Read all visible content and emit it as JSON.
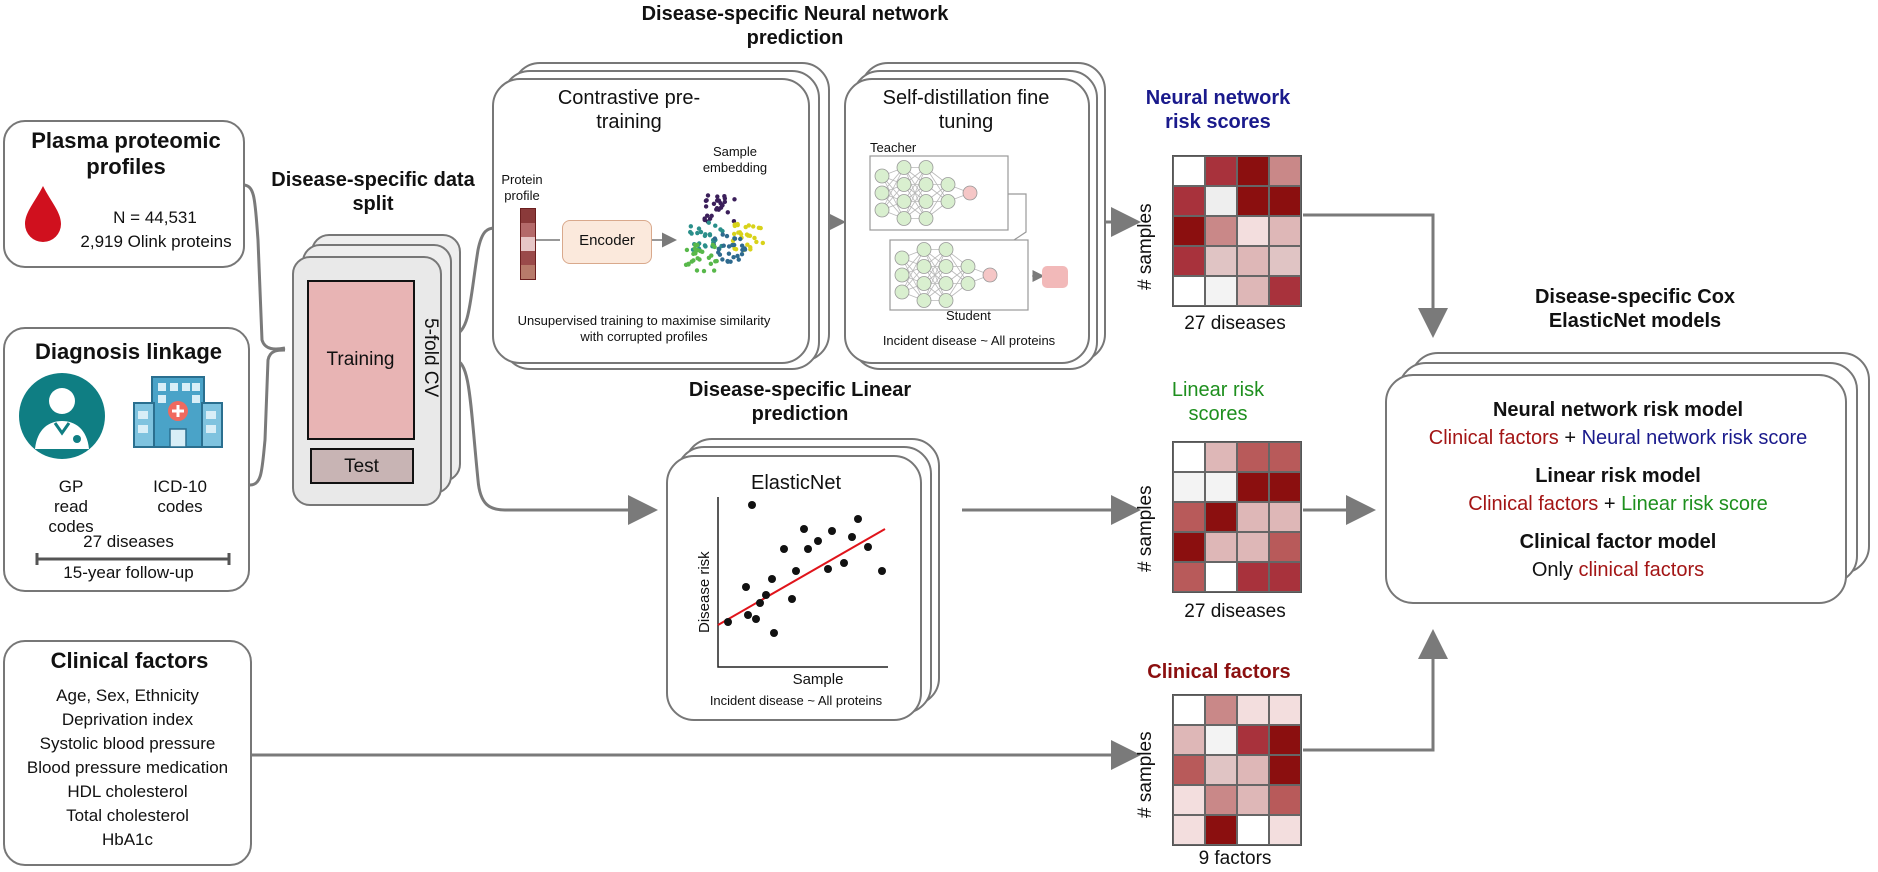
{
  "colors": {
    "navy": "#1a1a8c",
    "green": "#1e8f1e",
    "red": "#8b0f0f",
    "line": "#7a7a7a",
    "training": "#e8b4b4",
    "test": "#c8b4b4",
    "blood": "#d0101e",
    "icon_teal": "#0f7e83"
  },
  "plasma": {
    "title": "Plasma proteomic profiles",
    "n": "N = 44,531",
    "proteins": "2,919 Olink proteins",
    "icon": "blood-drop-icon"
  },
  "diagnosis": {
    "title": "Diagnosis linkage",
    "gp": "GP read codes",
    "icd": "ICD-10 codes",
    "diseases": "27 diseases",
    "followup": "15-year follow-up",
    "icons": [
      "doctor-icon",
      "hospital-icon"
    ]
  },
  "clinical": {
    "title": "Clinical factors",
    "items": [
      "Age, Sex, Ethnicity",
      "Deprivation index",
      "Systolic blood pressure",
      "Blood pressure medication",
      "HDL cholesterol",
      "Total cholesterol",
      "HbA1c"
    ]
  },
  "split": {
    "title": "Disease-specific data split",
    "training": "Training",
    "test": "Test",
    "cv": "5-fold CV"
  },
  "nn_header": {
    "title": "Disease-specific Neural network prediction"
  },
  "contrastive": {
    "title": "Contrastive pre-training",
    "protein_profile": "Protein profile",
    "encoder": "Encoder",
    "sample_embedding": "Sample embedding",
    "caption": "Unsupervised training to maximise similarity with corrupted profiles"
  },
  "distill": {
    "title": "Self-distillation fine tuning",
    "teacher": "Teacher",
    "student": "Student",
    "caption": "Incident disease ~ All proteins"
  },
  "linear_header": {
    "title": "Disease-specific Linear prediction"
  },
  "elasticnet": {
    "title": "ElasticNet",
    "ylabel": "Disease risk",
    "xlabel": "Sample",
    "caption": "Incident disease ~ All proteins"
  },
  "nn_scores": {
    "title": "Neural network risk scores",
    "ylabel": "# samples",
    "xlabel": "27 diseases"
  },
  "lin_scores": {
    "title": "Linear risk scores",
    "ylabel": "# samples",
    "xlabel": "27 diseases"
  },
  "cf_scores": {
    "title": "Clinical factors",
    "ylabel": "# samples",
    "xlabel": "9 factors"
  },
  "cox": {
    "title": "Disease-specific Cox ElasticNet models",
    "nn_model": "Neural network risk model",
    "nn_clin": "Clinical factors",
    "plus": " + ",
    "nn_score": "Neural network risk score",
    "lin_model": "Linear risk model",
    "lin_clin": "Clinical factors",
    "lin_score": "Linear risk score",
    "cf_model": "Clinical factor model",
    "only": "Only ",
    "cf_only": "clinical factors"
  },
  "heatmaps": {
    "nn": [
      [
        "#ffffff",
        "#a8323c",
        "#8b0f0f",
        "#c98888"
      ],
      [
        "#a8323c",
        "#eeeeee",
        "#8b0f0f",
        "#8b0f0f"
      ],
      [
        "#8b0f0f",
        "#c98888",
        "#f3dede",
        "#deb7b7"
      ],
      [
        "#a8323c",
        "#e0c4c4",
        "#deb7b7",
        "#e0c4c4"
      ],
      [
        "#ffffff",
        "#f3f3f3",
        "#deb7b7",
        "#a8323c"
      ]
    ],
    "lin": [
      [
        "#ffffff",
        "#deb7b7",
        "#b85a5a",
        "#b85a5a"
      ],
      [
        "#f3f3f3",
        "#f3f3f3",
        "#8b0f0f",
        "#8b0f0f"
      ],
      [
        "#b85a5a",
        "#8b0f0f",
        "#deb7b7",
        "#deb7b7"
      ],
      [
        "#8b0f0f",
        "#deb7b7",
        "#deb7b7",
        "#b85a5a"
      ],
      [
        "#b85a5a",
        "#ffffff",
        "#a8323c",
        "#a8323c"
      ]
    ],
    "cf": [
      [
        "#ffffff",
        "#c98888",
        "#f3dede",
        "#f3dede"
      ],
      [
        "#deb7b7",
        "#f3f3f3",
        "#a8323c",
        "#8b0f0f"
      ],
      [
        "#b85a5a",
        "#e0c4c4",
        "#deb7b7",
        "#8b0f0f"
      ],
      [
        "#f3dede",
        "#c98888",
        "#deb7b7",
        "#b85a5a"
      ],
      [
        "#f3dede",
        "#8b0f0f",
        "#ffffff",
        "#f3dede"
      ]
    ]
  }
}
